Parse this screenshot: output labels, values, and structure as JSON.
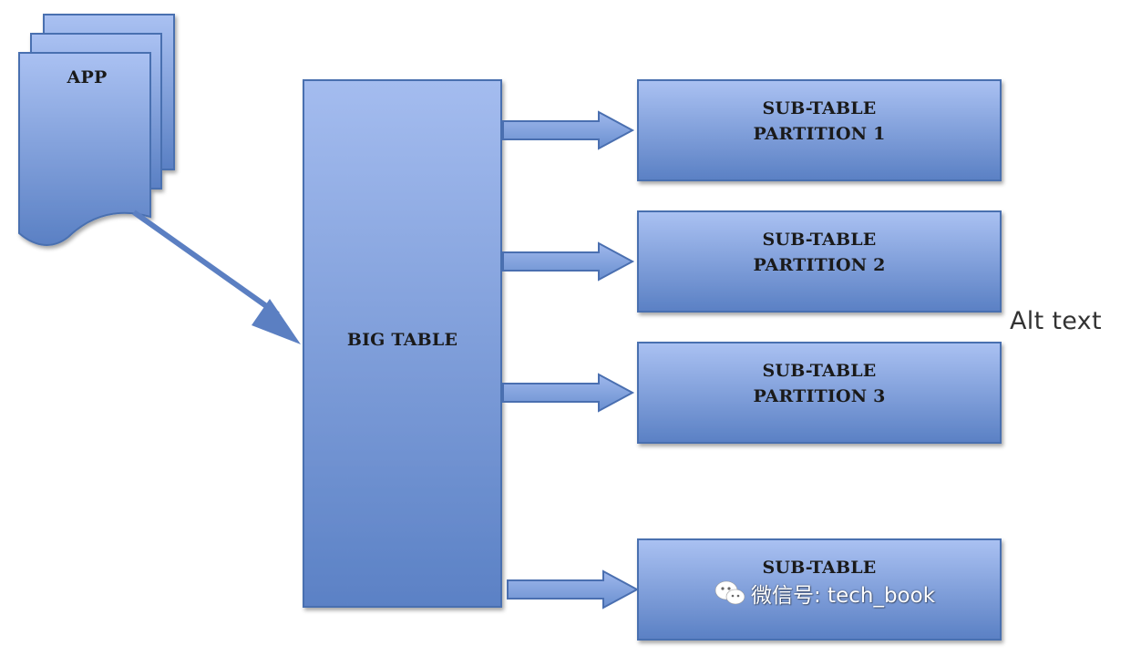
{
  "diagram": {
    "app": {
      "label": "APP"
    },
    "big_table": {
      "label": "BIG TABLE"
    },
    "partitions": [
      {
        "line1": "SUB-TABLE",
        "line2": "PARTITION 1"
      },
      {
        "line1": "SUB-TABLE",
        "line2": "PARTITION 2"
      },
      {
        "line1": "SUB-TABLE",
        "line2": "PARTITION 3"
      },
      {
        "line1": "SUB-TABLE",
        "line2": ""
      }
    ]
  },
  "alt_text": "Alt text",
  "watermark": {
    "text": "微信号: tech_book",
    "icon": "wechat-icon"
  },
  "colors": {
    "box_top": "#a9c0f0",
    "box_bottom": "#5b82c6",
    "border": "#4a6fb0"
  }
}
